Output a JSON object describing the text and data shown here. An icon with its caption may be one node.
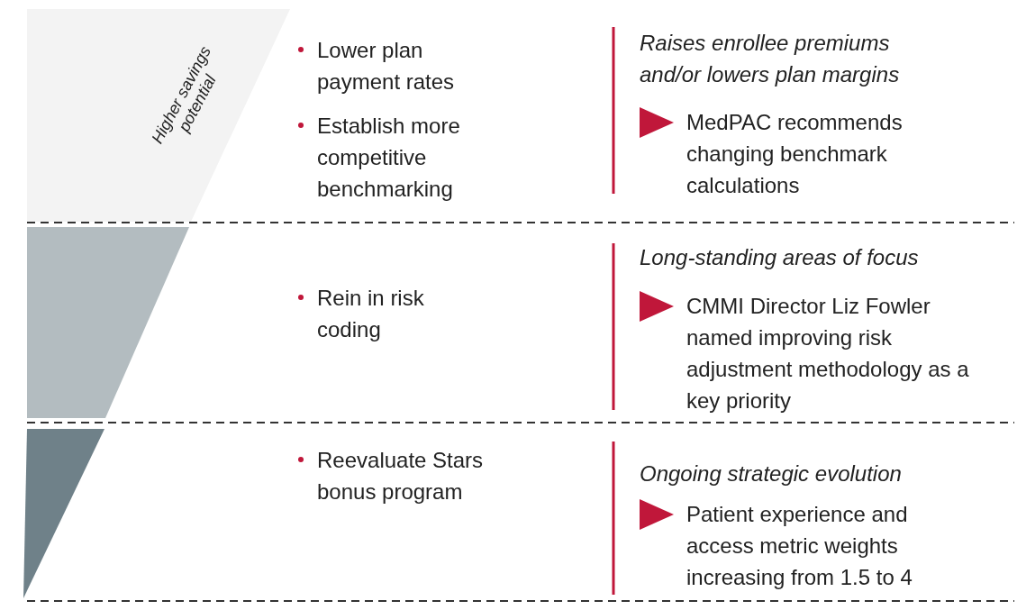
{
  "diagram": {
    "labels": [
      "Higher savings potential",
      "Lower plan payment rates",
      "Establish more competitive benchmarking",
      "Raises enrollee premiums and/or lowers plan margins",
      "MedPAC recommends changing benchmark calculations",
      "Rein in risk coding",
      "Long-standing areas of focus",
      "CMMI Director Liz Fowler named improving risk adjustment methodology as a key priority",
      "Reevaluate Stars bonus program",
      "Ongoing strategic evolution",
      "Patient experience and access metric weights increasing from 1.5 to 4"
    ]
  }
}
